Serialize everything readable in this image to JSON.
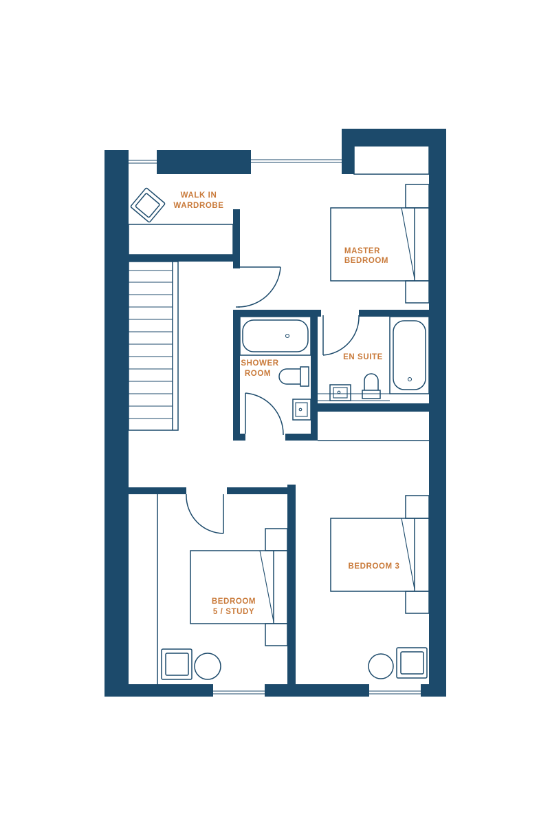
{
  "colors": {
    "wall": "#1c4a6b",
    "label": "#c97a3a",
    "background": "#ffffff"
  },
  "rooms": {
    "walk_in_wardrobe": {
      "line1": "WALK IN",
      "line2": "WARDROBE"
    },
    "master_bedroom": {
      "line1": "MASTER",
      "line2": "BEDROOM"
    },
    "shower_room": {
      "line1": "SHOWER",
      "line2": "ROOM"
    },
    "en_suite": {
      "line1": "EN SUITE"
    },
    "bedroom_3": {
      "line1": "BEDROOM 3"
    },
    "bedroom_5_study": {
      "line1": "BEDROOM",
      "line2": "5 / STUDY"
    }
  }
}
